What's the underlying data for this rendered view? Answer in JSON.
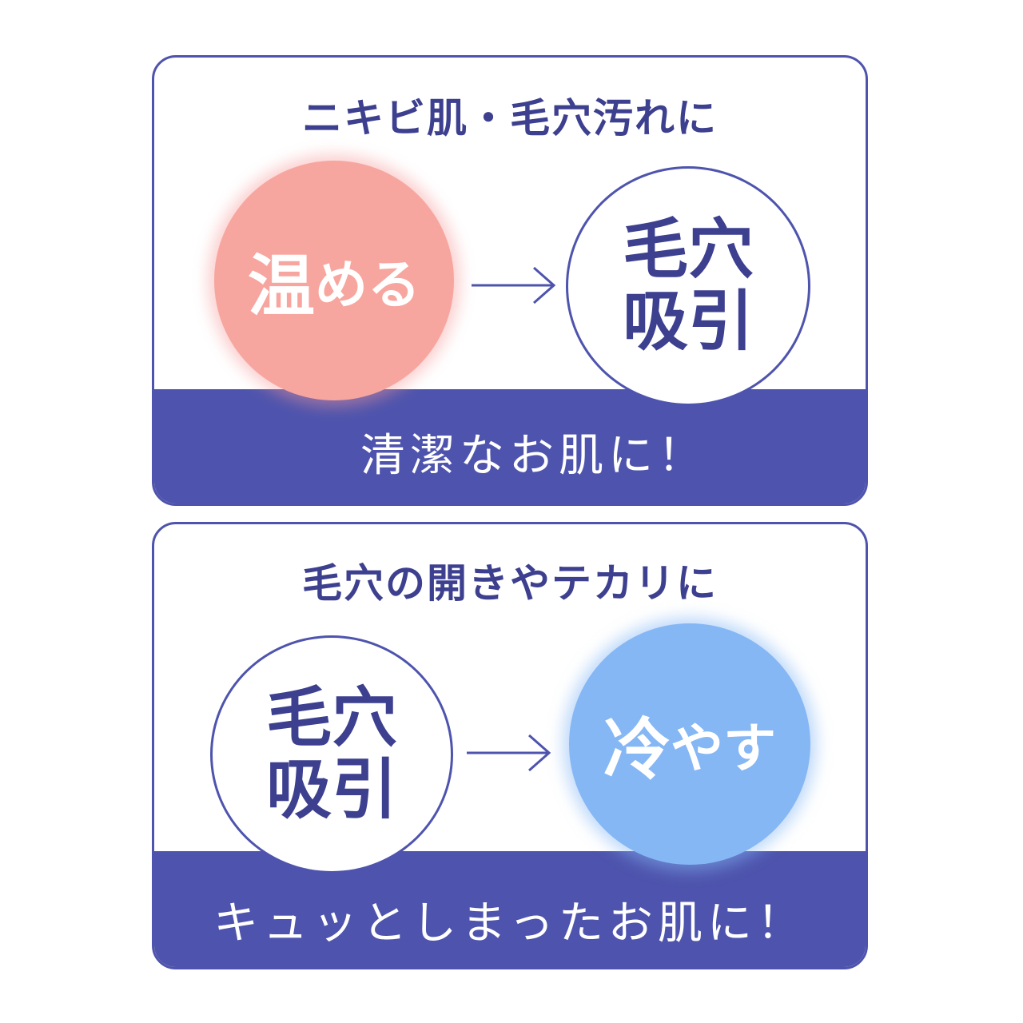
{
  "card1": {
    "heading": "ニキビ肌・毛穴汚れに",
    "left_circle": {
      "big": "温",
      "small": "める"
    },
    "right_circle": {
      "line1": "毛穴",
      "line2": "吸引"
    },
    "band": "清潔なお肌に！"
  },
  "card2": {
    "heading": "毛穴の開きやテカリに",
    "left_circle": {
      "line1": "毛穴",
      "line2": "吸引"
    },
    "right_circle": {
      "big": "冷",
      "small": "やす"
    },
    "band": "キュッとしまったお肌に！"
  },
  "colors": {
    "navy": "#4e54ad",
    "text_navy": "#3d3f8f",
    "warm": "#f7a69f",
    "cool": "#85b7f5"
  },
  "icons": {
    "arrow": "right-arrow-icon"
  }
}
